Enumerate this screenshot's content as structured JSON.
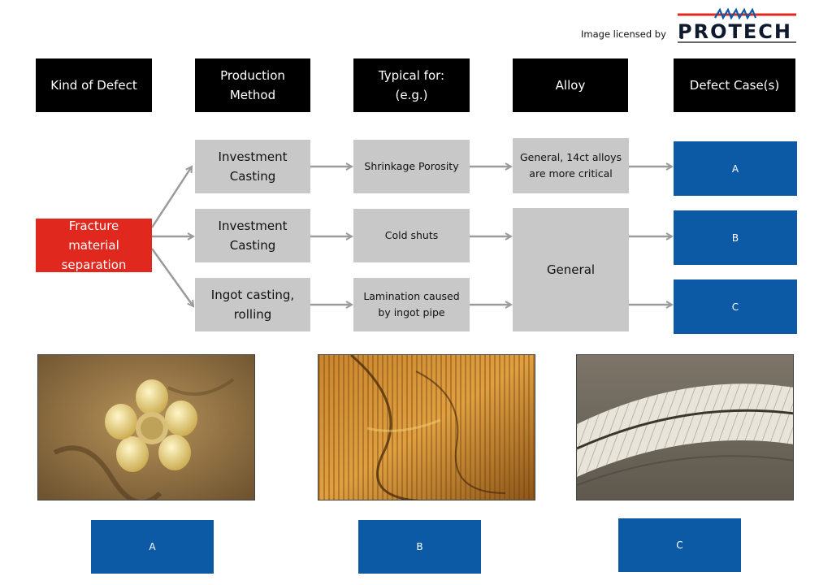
{
  "header": {
    "license_text": "Image licensed by",
    "logo_text": "PROTECH"
  },
  "columns": {
    "kind_of_defect": "Kind of Defect",
    "production_method": "Production\nMethod",
    "typical_for": "Typical for:\n(e.g.)",
    "alloy": "Alloy",
    "defect_cases": "Defect Case(s)"
  },
  "defect": {
    "label": "Fracture\nmaterial\nseparation"
  },
  "rows": [
    {
      "method": "Investment\nCasting",
      "typical": "Shrinkage Porosity",
      "alloy": "General, 14ct alloys\nare more critical",
      "case": "A"
    },
    {
      "method": "Investment\nCasting",
      "typical": "Cold shuts",
      "case": "B"
    },
    {
      "method": "Ingot casting,\nrolling",
      "typical": "Lamination caused\nby ingot pipe",
      "case": "C"
    }
  ],
  "alloy_general": "General",
  "photos": [
    {
      "case_label": "A"
    },
    {
      "case_label": "B"
    },
    {
      "case_label": "C"
    }
  ],
  "colors": {
    "header_bg": "#000000",
    "box_gray": "#c8c8c8",
    "case_blue": "#0c5aa6",
    "defect_red": "#e0281e",
    "arrow": "#9b9b9b",
    "logo_red": "#e0281e",
    "logo_blue": "#0c5aa6"
  }
}
